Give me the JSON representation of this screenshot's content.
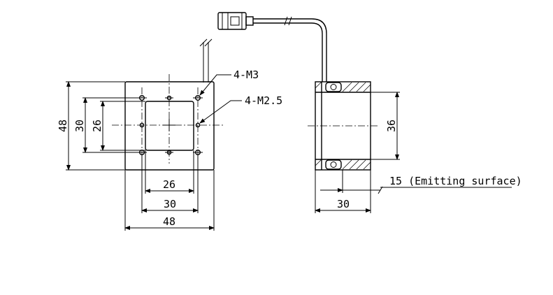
{
  "front_view": {
    "dimensions": {
      "height_outer": "48",
      "height_mid": "30",
      "height_inner": "26",
      "width_inner": "26",
      "width_mid": "30",
      "width_outer": "48"
    },
    "callouts": {
      "m3_holes": "4-M3",
      "m25_holes": "4-M2.5"
    }
  },
  "side_view": {
    "dimensions": {
      "diameter": "36",
      "length": "30"
    },
    "callouts": {
      "emitting_surface": "15 (Emitting surface)"
    }
  }
}
